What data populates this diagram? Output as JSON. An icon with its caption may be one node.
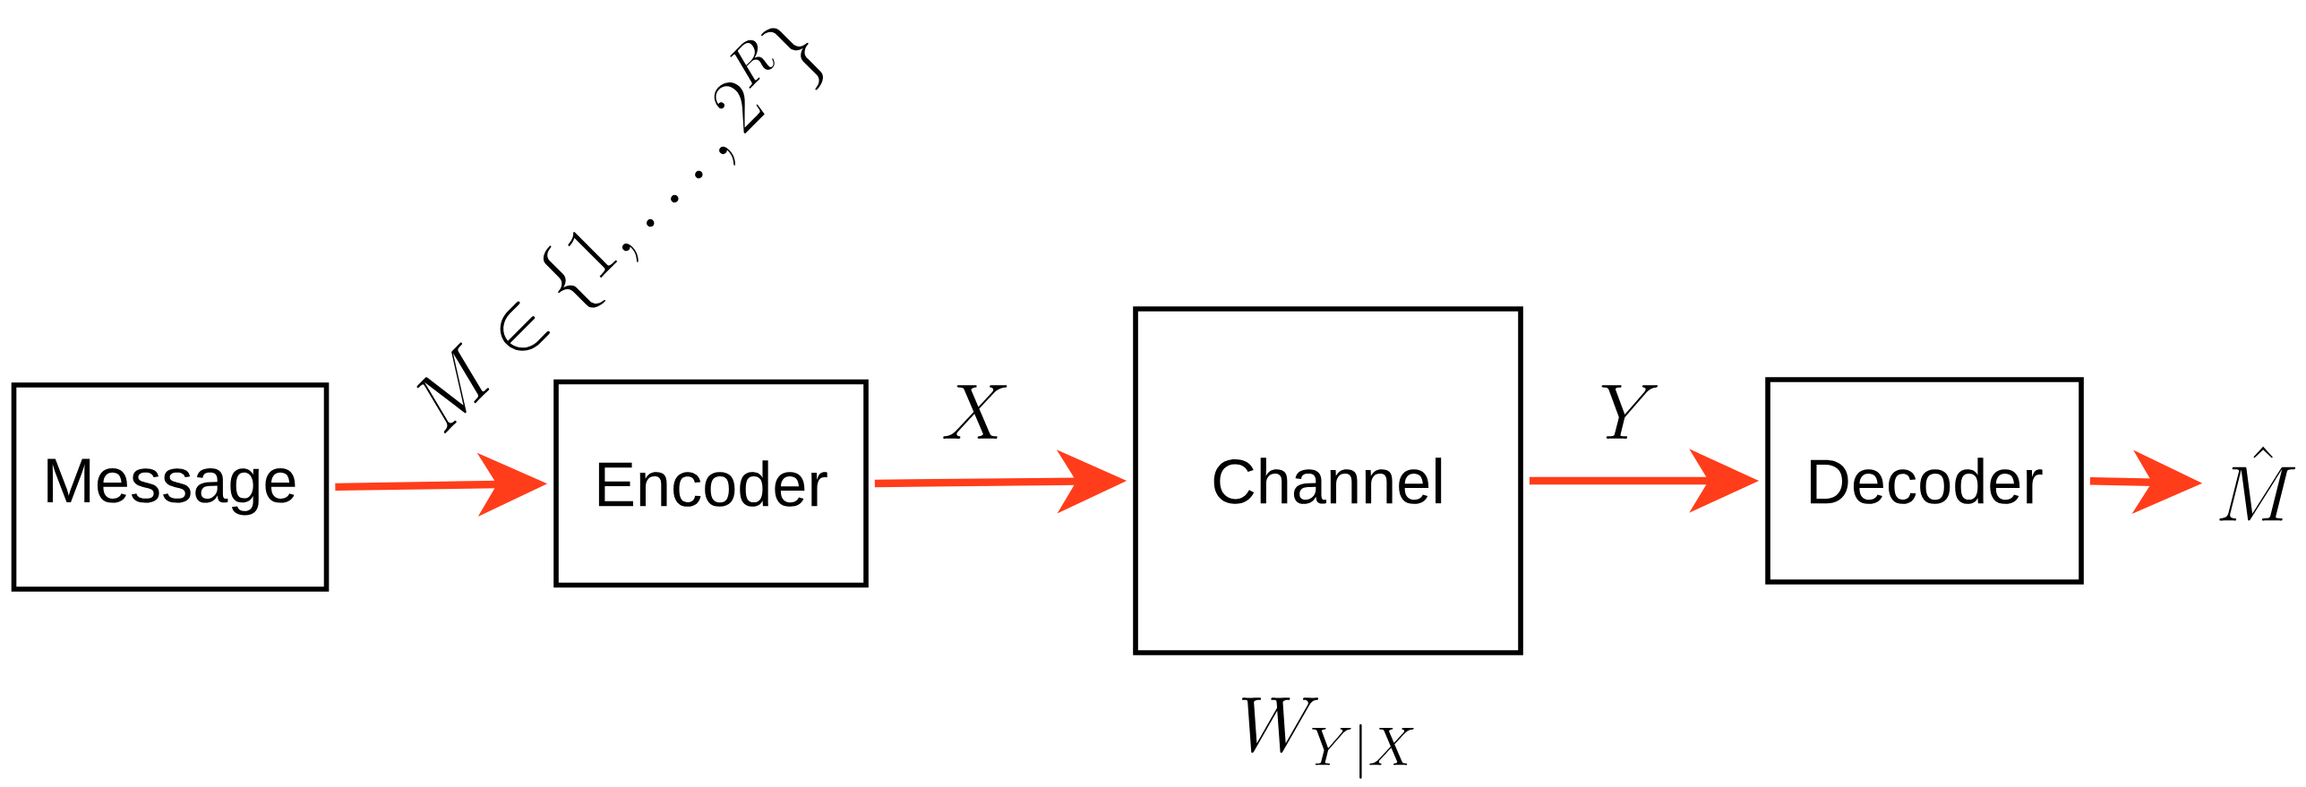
{
  "diagram": {
    "nodes": [
      {
        "text": [
          "Message"
        ]
      },
      {
        "text": [
          "Encoder"
        ]
      },
      {
        "text": [
          "Channel"
        ],
        "beside": [
          "W_{Y|X}"
        ]
      },
      {
        "text": [
          "Decoder"
        ]
      },
      {
        "text": [
          "\\hat{M}"
        ]
      }
    ],
    "edges": [
      {
        "from": 0,
        "to": 1,
        "arrow": "to",
        "label": "M \\in \\{1,\\ldots,2^{R}\\}"
      },
      {
        "from": 1,
        "to": 2,
        "arrow": "to",
        "label": "X"
      },
      {
        "from": 2,
        "to": 3,
        "arrow": "to",
        "label": "Y"
      },
      {
        "from": 3,
        "to": 4,
        "arrow": "to"
      }
    ]
  }
}
